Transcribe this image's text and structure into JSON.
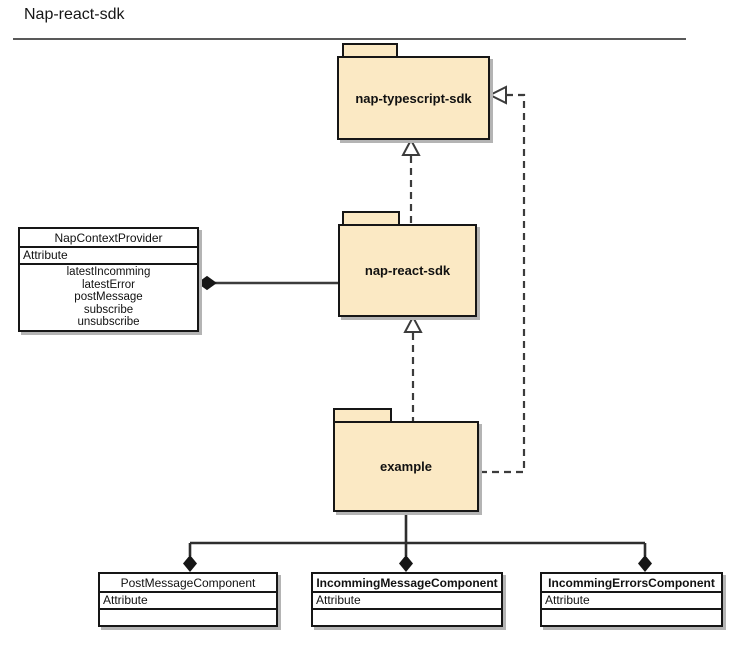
{
  "title": "Nap-react-sdk",
  "colors": {
    "package_fill": "#fbe9c4",
    "border": "#161616",
    "shadow": "#b4b4b4",
    "connector": "#3c3c3c",
    "title_rule": "#595959"
  },
  "packages": [
    {
      "label": "nap-typescript-sdk"
    },
    {
      "label": "nap-react-sdk"
    },
    {
      "label": "example"
    }
  ],
  "classes": [
    {
      "name": "NapContextProvider",
      "section": "Attribute",
      "attributes": [
        "latestIncomming",
        "latestError",
        "postMessage",
        "subscribe",
        "unsubscribe"
      ]
    },
    {
      "name": "PostMessageComponent",
      "section": "Attribute",
      "attributes": []
    },
    {
      "name": "IncommingMessageComponent",
      "section": "Attribute",
      "attributes": []
    },
    {
      "name": "IncommingErrorsComponent",
      "section": "Attribute",
      "attributes": []
    }
  ],
  "relations": [
    {
      "from": "nap-react-sdk",
      "to": "nap-typescript-sdk",
      "type": "dashed-hollow-triangle"
    },
    {
      "from": "example",
      "to": "nap-react-sdk",
      "type": "dashed-hollow-triangle"
    },
    {
      "from": "example",
      "to": "nap-typescript-sdk",
      "type": "dashed-hollow-triangle"
    },
    {
      "from": "NapContextProvider",
      "to": "nap-react-sdk",
      "type": "composition-filled-diamond"
    },
    {
      "from": "example",
      "to": "PostMessageComponent",
      "type": "composition-filled-diamond"
    },
    {
      "from": "example",
      "to": "IncommingMessageComponent",
      "type": "composition-filled-diamond"
    },
    {
      "from": "example",
      "to": "IncommingErrorsComponent",
      "type": "composition-filled-diamond"
    }
  ]
}
